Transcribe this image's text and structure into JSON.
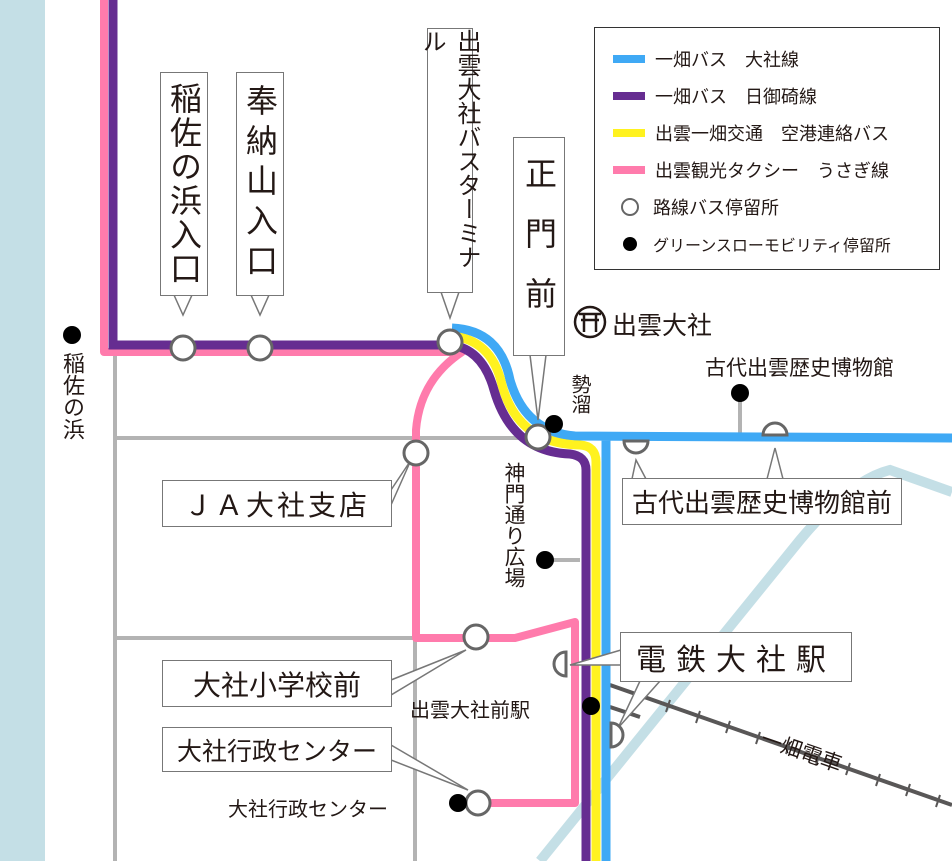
{
  "colors": {
    "taisha_line": "#3fa9f5",
    "hinomisaki_line": "#662d91",
    "airport_bus": "#fff21f",
    "usagi_line": "#ff7bac",
    "road": "#b3b3b3",
    "river": "#c4dfe6"
  },
  "legend": [
    {
      "label": "一畑バス　大社線",
      "kind": "taisha_line"
    },
    {
      "label": "一畑バス　日御碕線",
      "kind": "hinomisaki_line"
    },
    {
      "label": "出雲一畑交通　空港連絡バス",
      "kind": "airport_bus"
    },
    {
      "label": "出雲観光タクシー　うさぎ線",
      "kind": "usagi_line"
    },
    {
      "label": "路線バス停留所",
      "kind": "bus-stop"
    },
    {
      "label": "グリーンスローモビリティ停留所",
      "kind": "slow-mobility-stop"
    }
  ],
  "stops": {
    "inasa_iriguchi": "稲佐の浜入口",
    "hounouzan": "奉納山入口",
    "bus_terminal": "出雲大社バスターミナル",
    "seimon": "正門前",
    "ja": "ＪＡ大社支店",
    "school": "大社小学校前",
    "gyousei": "大社行政センター",
    "dentetsu": "電鉄大社駅",
    "museum_mae": "古代出雲歴史博物館前"
  },
  "places": {
    "inasa": "稲佐の浜",
    "seidamari": "勢溜",
    "shinmon": "神門通り広場",
    "station": "出雲大社前駅",
    "gyousei_gsm": "大社行政センター",
    "museum": "古代出雲歴史博物館",
    "railway": "一畑電車",
    "shrine": "出雲大社"
  }
}
